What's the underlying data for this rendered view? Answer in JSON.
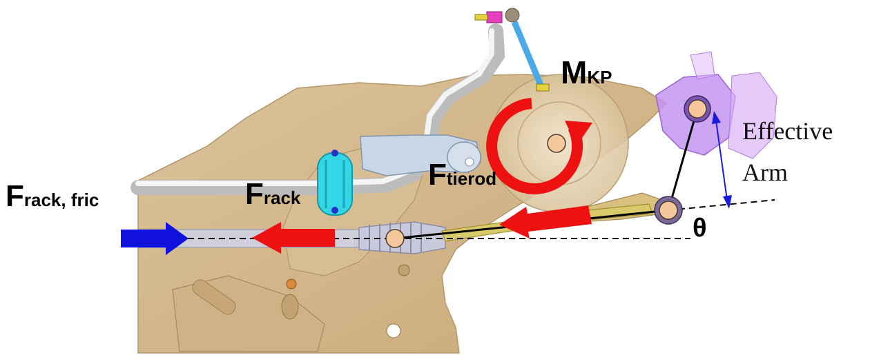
{
  "labels": {
    "m_kp": {
      "main": "M",
      "sub": "KP"
    },
    "f_tierod": {
      "main": "F",
      "sub": "tierod"
    },
    "f_rack": {
      "main": "F",
      "sub": "rack"
    },
    "f_rack_fric": {
      "main": "F",
      "sub": "rack, fric"
    },
    "theta": "θ",
    "effective_arm_line1": "Effective",
    "effective_arm_line2": "Arm"
  },
  "colors": {
    "frame": "#d4b78c",
    "force_arrow": "#ee1111",
    "friction_arrow": "#1111dd",
    "moment_arrow": "#ee1111",
    "joint": "#f6c79a",
    "knuckle": "#b77fe8",
    "stabilizer_bushing": "#33d6e6",
    "dimension_arrow": "#1a1adf"
  }
}
